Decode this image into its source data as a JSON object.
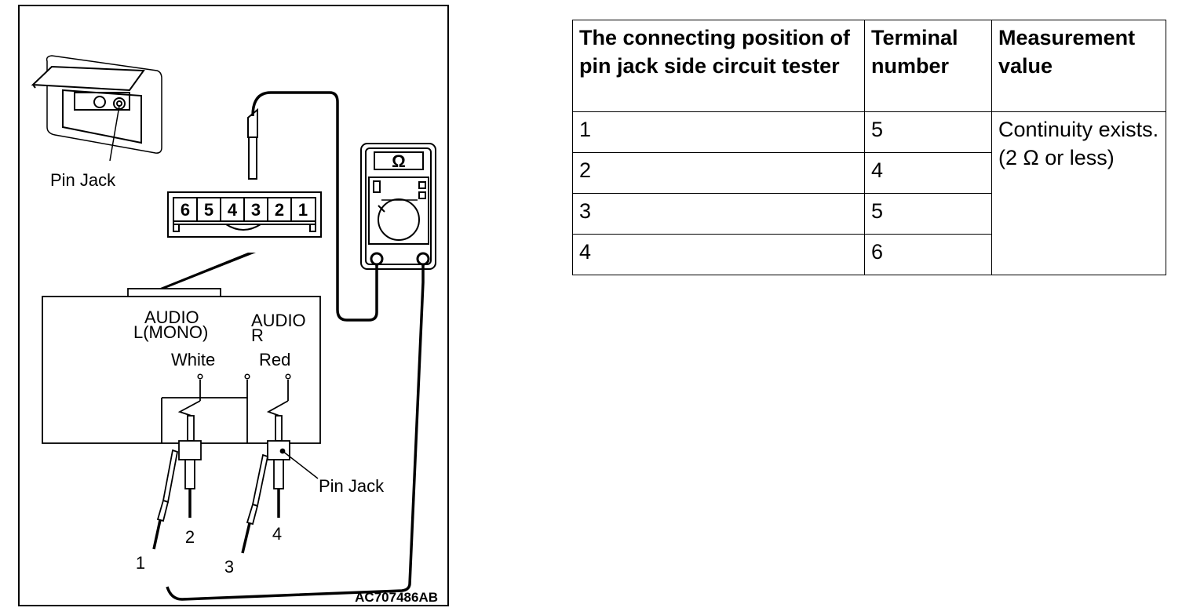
{
  "figure": {
    "top_pin_jack_label": "Pin Jack",
    "connector_terminals": [
      "6",
      "5",
      "4",
      "3",
      "2",
      "1"
    ],
    "meter_symbol": "Ω",
    "audio_left_line1": "AUDIO",
    "audio_left_line2": "L(MONO)",
    "audio_right_line1": "AUDIO",
    "audio_right_line2": "R",
    "white_label": "White",
    "red_label": "Red",
    "bottom_pin_jack_label": "Pin Jack",
    "probe_labels": [
      "1",
      "2",
      "3",
      "4"
    ],
    "figure_code": "AC707486AB"
  },
  "table": {
    "headers": [
      "The connecting position of pin jack side circuit tester",
      "Terminal number",
      "Measurement value"
    ],
    "rows": [
      {
        "position": "1",
        "terminal": "5"
      },
      {
        "position": "2",
        "terminal": "4"
      },
      {
        "position": "3",
        "terminal": "5"
      },
      {
        "position": "4",
        "terminal": "6"
      }
    ],
    "measurement": "Continuity exists. (2 Ω or less)"
  }
}
